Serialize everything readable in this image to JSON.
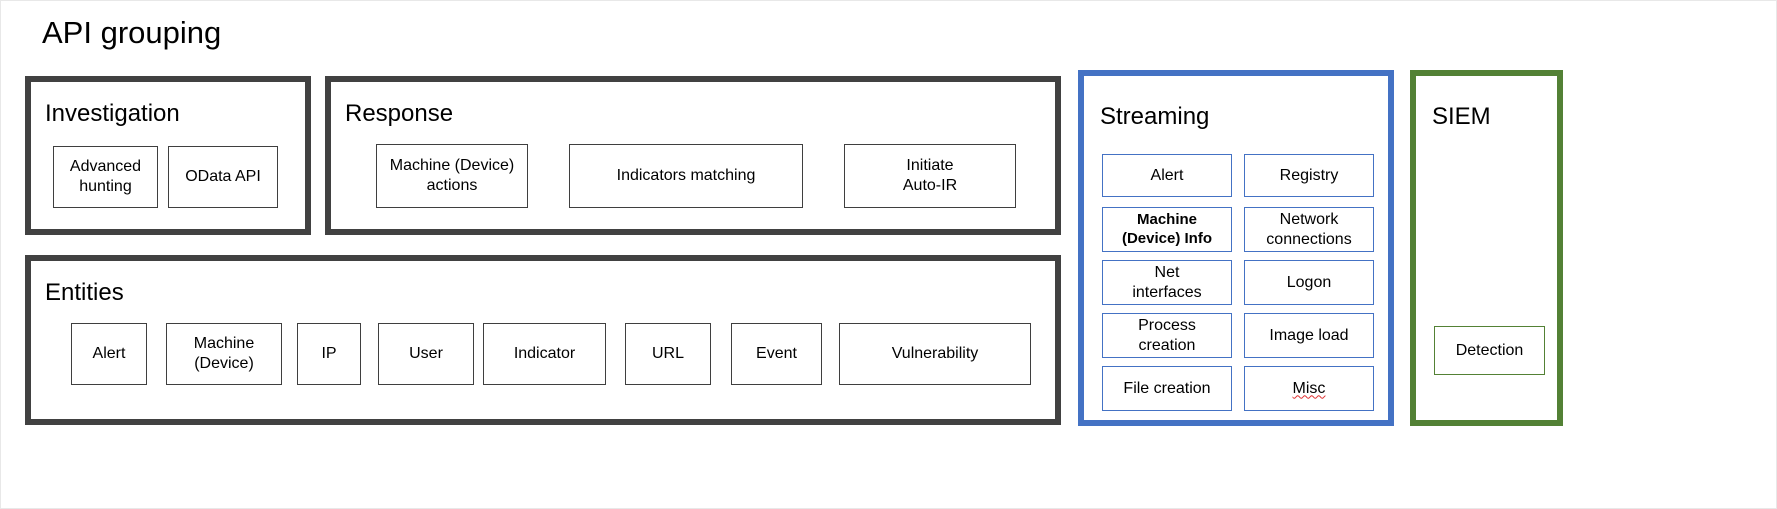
{
  "page": {
    "title": "API grouping"
  },
  "colors": {
    "dark_border": "#414141",
    "blue_border": "#4472c4",
    "green_border": "#538135",
    "background": "#ffffff",
    "spellcheck_underline": "#e03131"
  },
  "groups": [
    {
      "id": "investigation",
      "title": "Investigation",
      "theme": "dark",
      "items": [
        {
          "label": "Advanced\nhunting"
        },
        {
          "label": "OData API"
        }
      ]
    },
    {
      "id": "response",
      "title": "Response",
      "theme": "dark",
      "items": [
        {
          "label": "Machine (Device)\nactions"
        },
        {
          "label": "Indicators matching"
        },
        {
          "label": "Initiate\nAuto-IR"
        }
      ]
    },
    {
      "id": "entities",
      "title": "Entities",
      "theme": "dark",
      "items": [
        {
          "label": "Alert"
        },
        {
          "label": "Machine\n(Device)"
        },
        {
          "label": "IP"
        },
        {
          "label": "User"
        },
        {
          "label": "Indicator"
        },
        {
          "label": "URL"
        },
        {
          "label": "Event"
        },
        {
          "label": "Vulnerability"
        }
      ]
    },
    {
      "id": "streaming",
      "title": "Streaming",
      "theme": "blue",
      "columns": [
        {
          "items": [
            {
              "label": "Alert",
              "bold": false
            },
            {
              "label": "Machine\n(Device) Info",
              "bold": true
            },
            {
              "label": "Net\ninterfaces",
              "bold": false
            },
            {
              "label": "Process\ncreation",
              "bold": false
            },
            {
              "label": "File creation",
              "bold": false
            }
          ]
        },
        {
          "items": [
            {
              "label": "Registry",
              "bold": false
            },
            {
              "label": "Network\nconnections",
              "bold": false
            },
            {
              "label": "Logon",
              "bold": false
            },
            {
              "label": "Image load",
              "bold": false
            },
            {
              "label": "Misc",
              "bold": false,
              "spellcheck_flag": true
            }
          ]
        }
      ]
    },
    {
      "id": "siem",
      "title": "SIEM",
      "theme": "green",
      "items": [
        {
          "label": "Detection"
        }
      ]
    }
  ]
}
